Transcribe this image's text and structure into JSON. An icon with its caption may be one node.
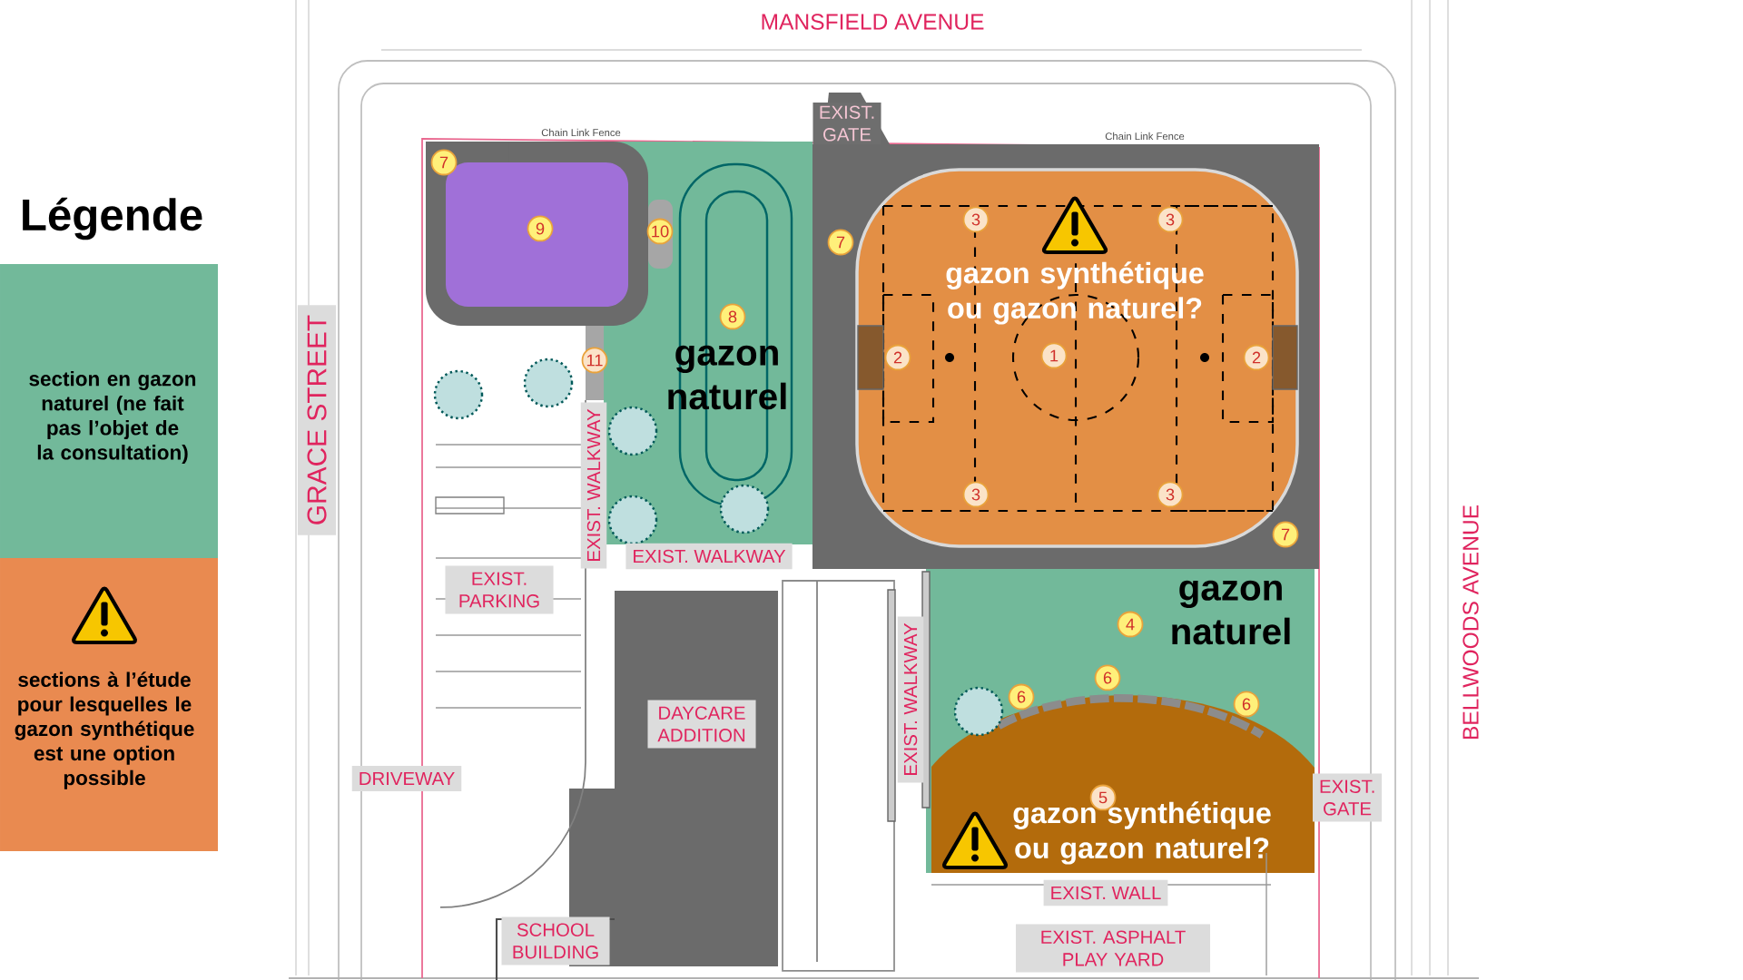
{
  "diagram": {
    "labels": [
      "Légende",
      "MANSFIELD AVENUE",
      "EXIST. GATE",
      "Chain Link Fence",
      "Chain Link Fence",
      "7",
      "9",
      "10",
      "3",
      "3",
      "7",
      "gazon synthétique ou gazon naturel?",
      "8",
      "11",
      "2",
      "1",
      "2",
      "gazon naturel",
      "GRACE STREET",
      "EXIST. WALKWAY",
      "3",
      "3",
      "7",
      "EXIST. WALKWAY",
      "EXIST. PARKING",
      "gazon naturel",
      "4",
      "BELLWOODS AVENUE",
      "6",
      "6",
      "6",
      "EXIST. WALKWAY",
      "DAYCARE ADDITION",
      "DRIVEWAY",
      "5",
      "EXIST. GATE",
      "gazon synthétique ou gazon naturel?",
      "EXIST. WALL",
      "SCHOOL BUILDING",
      "EXIST. ASPHALT PLAY YARD"
    ],
    "legend": [
      {
        "text": "section en gazon naturel (ne fait pas l’objet de la consultation)",
        "color": "#72b99a"
      },
      {
        "text": "sections à l’étude pour lesquelles le gazon synthétique est une option possible",
        "color": "#e98a50"
      }
    ]
  }
}
